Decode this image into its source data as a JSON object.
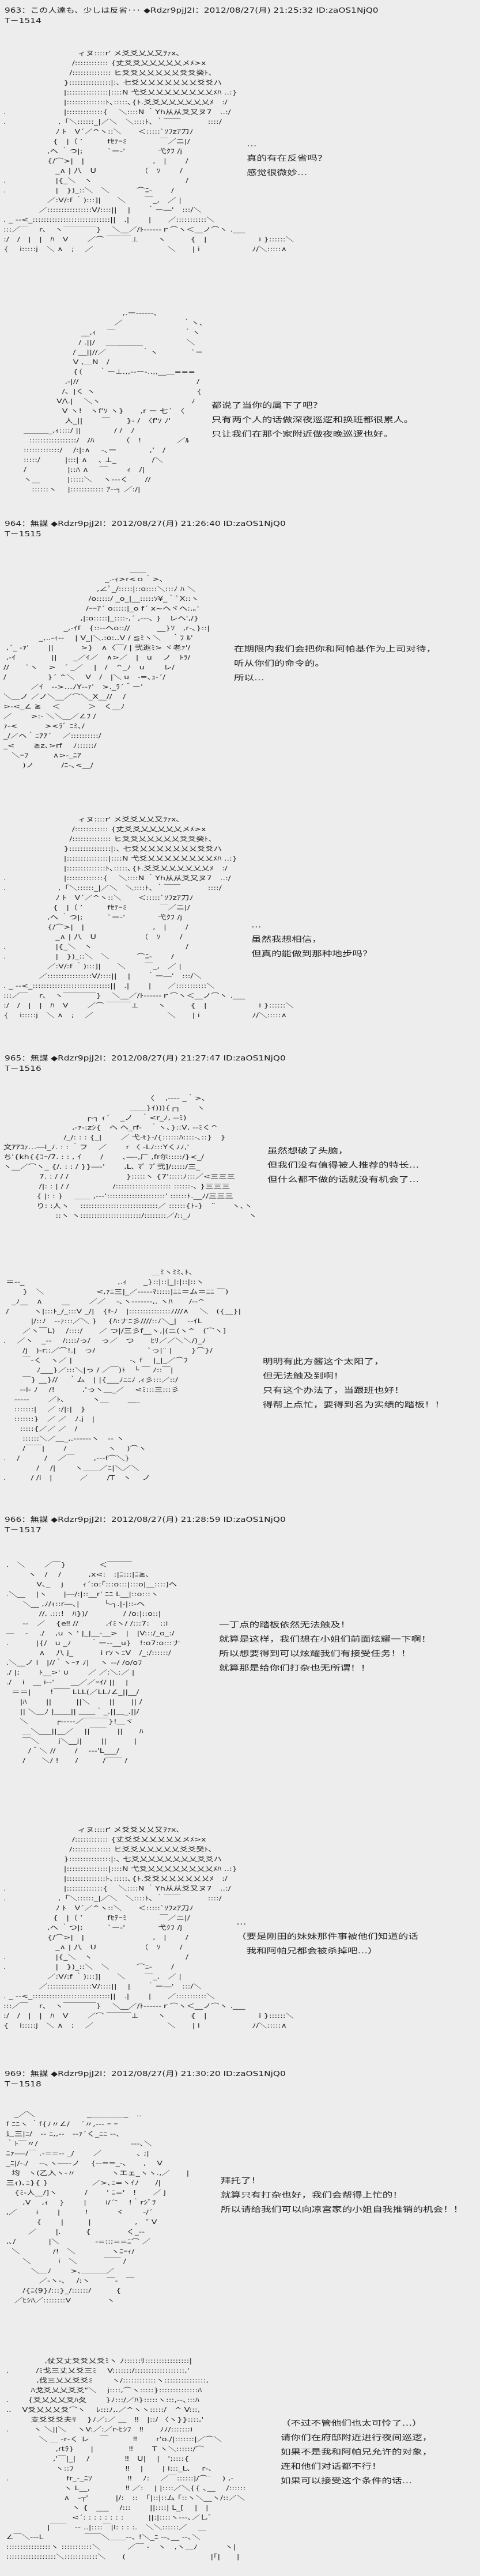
{
  "posts": [
    {
      "header": "963：この人達も、少しは反省･･･ ◆Rdzr9pjJ2I：2012/08/27(月) 21:25:32 ID:zaOS1NjQ0",
      "number": "T－1514",
      "panels": [
        {
          "art": "　　　　　　　　　ィヌ::::r' メ爻爻乂乂又ｦｧx､\n　　　　　　　　 /:::::::::::: {丈爻爻乂乂乂乂乂メﾒ>x\n　　　　　　　　/:::::::::::::: ヒ爻爻乂乂乂乂乂爻爻癸ﾄ､\n　　　　　　　 }:::::::::::::::|:､ 七爻乂乂乂乂乂乂乂爻爻ハ\n　　　　　　　 |:::::::::::::::|::::N 弋爻乂乂乂乂乂乂乂乂ﾒﾊ ..:}\n　　　　　　　 |::::::::::::::ﾄ､:::::､{ﾄ.爻爻乂乂乂乂乂乂ﾒ　:/\n.　　　　　　　|:::::::::::::{　 ＼::::N ｀Yh从从爻又ヌ7　..:/\n.　　　　　　 ,「＼::::::_|／＼　＼::::ﾄ､ ｀￣￣　　　 ::::/\n　　　　　　 ﾉ ﾄ　V´／^ヽ::＼　　＜:::::`ｿﾌzｱ刀ﾉ\n　　　　　　{　|（ ’　　　fｾﾃｰﾐ　　　　￣／ニ|/\n　　　　　 ,ヘ ｀つ|;　　　`ー‐'　　　　弋ｸﾌ /j\n　　　　　 {/⌒>|　|　　　　　　　　 ,　|　　 /\n　　　　　　 _∧ | 八　U　　　　　 （　ｿ　　 /\n.　　　　　　|{_＼　ヽ　　　　　　　　　　　 /\n.　　　　　　|　})_::＼　＼　　　 ⌒ﾆ-　　 /\n　　　　　 ／:V/:f ｀):::]|　　＼　　 ￣_,　／ |\n　　　　 ／::::::::::::::::V/::::||　 |　　｀ー―'　:::/＼\n. _ -‐<_::::::::::::::::::::::::::::||　.|　　 |　　／:::::::::::＼\n:::／￣　 r､　ヽ￣￣￣￣}　 ＼__／/ﾄ‐‐‐‐‐‐ｒ⌒ヽ＜__ノ⌒ヽ .___\n:/　/　|　|　ﾊ　V　　 ／⌒ ￣￣￣⊥　　 ヽ　　　{　|　　　　　　 i }::::::＼\n{　 i:::::j　＼ ∧　;　 ／　　　　　　　　　＼　　| i　　　　　　 ﾉ/＼:::::∧",
          "text": "…\n真的有在反省吗？\n感觉很微妙…"
        },
        {
          "art": "　　　　　　　　　　　　　 ,.ー‐‐‐‐‐-､\n　　　　　　　　　　　　 ／　　　　　　　 ｀ヽ､\n　　　　　　　　 __,ｨ　 ￣　　　　　　　　 ｀ヽ\n　　　　　　　　/ .||/　 ___＿＿＿　　　　　 ＼\n　　　　　　　 / __||//／　　　　 ｀ヽ　　　　`＝\n　　　　　　　 V ,＿N　/\n　　　　　　　 {（　　｀ー⊥.,,-‐ー‐..,,__＿===\n　　　　　　 ,-|//　　　　　　　　　　　　　　 /\n　　　　　　/、|く ヽ　　　　　　　　　　　　 {\n　　　　　 V/\\.|　 ＼ヽ　　　　　　　　　　　ﾉ\n　　　　　　V ヽ!　ヽf'ｿ ヽ}　　,r ー 七´　〈\n　　　　　　 人_||　　 ￣　　}- /　〈f'ｿ ﾉ'\n　 ＿＿＿_,ｨ::::/ ||　　　　/ /　ﾉ\n　　:::::::::::::::::/　/ﾊ　　　 （　!　　　　 ／ﾙ\n　 :::::::::::::/　 /:|:∧　 -､ー　　　　,'　/\n　 :::::/　　　|:::| ∧　 ､ ⊥_　　　　 /＼\n　 /　　　　　|::ﾊ ∧　 ￣　　 ｨ　/|\n　 ヽ__　　　 |:::::＼　 ヽ‐‐‐く　　//\n　　 ::::::ヽ　 |:::::::::::: ｱ‐‐┐ ／:/|",
          "text": "都说了当你的属下了吧？\n只有两个人的话做深夜巡逻和换班都很累人。\n只让我们在那个家附近做夜晚巡逻也好。"
        }
      ]
    },
    {
      "header": "964：無謀 ◆Rdzr9pjJ2I：2012/08/27(月) 21:26:40 ID:zaOS1NjQ0",
      "number": "T－1515",
      "panels": [
        {
          "art": "　　　　　　　　　　　　　　　 ＿＿\n　　　　　　　　　　　　 _.-ｨ>r<ｏ｀>､\n　　　　　　　　　　　 ,∠ﾟ_/:::::|::o::::＼:::ﾉ ﾊ ＼\n　　　　　　　　　　 /o:::::/ _o_|__:::::ｿ¥_｀ﾟX::ヽ\n　　　　　　　　　　/ｰｰｱ´ o:::::|_o f´ x~ヘヾヘ:.｡'\n　　　　　　　　　 ,|:o:::::|_::::-,´ ,‐‐‐､ }　レヘ',/}\n　　　　　　　 _,-ｲf　{::-‐ヘo:://　　　 __}ｿ　,r‐､}::|\n　　　　 _,..-ｨ-‐　 | V_|＼.:o:..V / ≦ﾐヽ＼　 ｀ﾌ ﾙ'\n ,´_ -ｧ'　　 ||　　　 >}　∧〈￣/ | 弐逖ﾐ> ヾ老ｧ'/\n ,-ｲ　　　　 ||　　_／ｲ／　∧>／　|　u　 ノ　ﾄﾗ/\n//　　`ヽ　 >　´ _／　 |　/　^_ﾉ　u　　 レ/\n/　　　　　}´ ^＼　 V　/　|＼ u　‐=､ｭ‐´/\n　　　 ／ｲ　‐‐>…ﾉY‐‐ｧ'　>._ﾗ´＾ー'\n＼＿ノ ／ノ＼__／⌒＼_X__//　 /\n>‐<_∠ ≧　 ＜　　　 ＞　く__ﾉ\n／　　 >:‐ ＼＼__／∠ﾌ /\nｧ‐<　　　 ><ﾗﾞ ﾆﾐ､/\n_/／ヘ｀ﾆｱｱ´　 ／::::::::::/\n_<　　 ≧z､>rf　 ﾉ::::::/\n　＼ｰﾌ　　　∧>‐_ﾆｱ\n　　 )ノ　　　 /ﾆ-､<__/",
          "text": "在期限内我们会把你和阿帕基作为上司对待，\n听从你们的命令的。\n所以…"
        },
        {
          "art": "same-as-face",
          "text": "…\n虽然我想相信，\n但真的能做到那种地步吗？"
        }
      ]
    },
    {
      "header": "965：無謀 ◆Rdzr9pjJ2I：2012/08/27(月) 21:27:47 ID:zaOS1NjQ0",
      "number": "T－1516",
      "panels": [
        {
          "art": "　　　　　　　　　　　　　　　　　 〈　 ,‐‐‐- _｀>､\n　　　　　　　　　　　　　　　 ＿＿}ｲ))){┌┐　　ヽ\n　　　　　　　　　　┌‐┐ ｨ´　 _ノ　｀<r_ﾉ, ‐‐ﾐ)\n　　　　　　　　 ,-ｧ‐:zｼ{　ヘ ヘ_rf‐　｀ヽ､}::V, ‐‐ﾐく^\n　　　　　　　 /_/: : : {_|　　 ／ 弋‐t}‐/{::::::ﾊ::::-､::}　}\n文ｱｱｺｧ…―l_ﾉ. : : ｀フ　 ／　　 r 〈 ‐Lﾉ:::Yくﾉﾉ,'\nち'{kh{{ｺｰ/7. : : , ｲ　　 /　　 ､―‐,厂 ,fr尓:::::/}<_/\nヽ__／⌒ヽ_ {/. : : / }}―‐'　　 ,L､ ﾏﾞ ﾌﾞ弐]/:::::/三_\n　　　　 7. : / / /　　　　　　　}:::::ヽ {7':::::ﾉ:::／<三三三\n　　　　 /|: : | / /　　　　　 /:::::::::::::::::::: ::::::‐､ }三三三\n　　　　{ |: : }　 ＿＿ ,‐‐‐':::::::::::::::::::::' ::::::ﾄ.__ﾉ/三三三\n　　　　り: :人ヽ　 ::::::::::::::::::::::::::::／ ::::::{ﾄ‐}　¨　　ヽ､ヽ\n　　　　　　 ::ヽ ヽ::::::::::::::::::::::/::::::::／/::_ﾉ　　　　　　　ヽ",
          "text": "虽然想破了头脑，\n但我们没有值得被人推荐的特长…\n但什么都不做的话就没有机会了…"
        },
        {
          "art": "　　　　　　　　　　　　　　　　　　＿ﾐヽﾐﾐ､ﾄ､\n ＝‐‐_　　　　　　　　　　　 ,.ｨ　　_}::|::|_|:|::|::ヽ\n　　 }　＼　　　　　　 <,ｧﾆ三|_／‐-‐‐‐ﾏ:::::|ﾆﾆ＝ム＝ﾆﾆ ￣)\n　_ﾉ__　∧　　 __　　 ／／　 -､ヽ‐‐‐‐‐‐‐,. ヽﾊ　　/‐‐^\n /　　　ヽ|:::ﾄ_/_:::V _/|　{f‐ﾉ　|:::::::::::::::ﾉ///∧　 ＼　({__}|\n　　　 |/::ﾉ　‐‐ｧ:::／＼ }　 {ﾊ:ナﾆ彡////::ﾉ＼_|　 ‐‐ｲL\n　　 ／ヽ￣L)　 /::::/　　／ つ|/三彡f__ヽ,|(ニ(ヽ^　(⌒ヽ]\n.　 ／ヽ　_‐‐　 /::::/っ/　 っ／　つ　　ﾋﾘ／／＼＼/)_ﾉ\n　　 /j　)‐r::／⌒!.|　っ/　　　　　　 `っ|¨ |　　 }⌒}/\n　　 ￣‐く　ヽ／ |　　　　　　　‐､ f　 |_|_／⌒ﾌ\n　　　　ﾉ___}／:::＼|っ / ／￣)ﾄ　└ ￣ ﾉ::￣|\n　　 ￣} __}//　 ｀ム　| |{___ﾉﾆﾆﾉ ,ｨ彡:::／::/\n　　‐‐i‐ ﾉ　 /!　　　 ,'っヽ＿_／　 <ﾐ:::三:::彡\n　 ‐‐‐‐‐　　 ／ﾄ､　　　 ヽ__　　 ＿_\n　 :::::::|　 ／ :/|:|　}\n　 :::::::}　／ ／　ﾉ.j　|\n　　:::::{／／ ／　/\n　　 ::::::＼／＿_,.-‐‐‐‐‐ヽ　‐‐ ヽ\n　　 /￣￣|　　 /　　　　　ヽ　 )⌒ヽ\n.　 /　　　/　 ／￣　　 ,‐‐‐f⌒＼}\n　　　　/　 /|　　 ヽ＿＿／ﾆ|＼／＼\n.　　　/ /i　|　　　 ／　　 /T　ヽ　 ノ",
          "text": "明明有此方酱这个太阳了，\n但无法触及到啊！\n只有这个办法了，当跟班也好！\n得帮上点忙，要得到名为实绩的踏板！！"
        }
      ]
    },
    {
      "header": "966：無謀 ◆Rdzr9pjJ2I：2012/08/27(月) 21:28:59 ID:zaOS1NjQ0",
      "number": "T－1517",
      "panels": [
        {
          "art": " .　＼　　 ／￣}　　　　＜￣￣￣\n　　　ヽ　/　 /　　　 ,x<:　:|ﾆ:::|ﾆ≧､\n　　　　V､_　 j　　 ｨ´:o:｢:::o:::|:::o|__::::]ヘ\n .＼__　 |ヽ　　|―/:|::__r' ﾆﾆ L__|::o:::ヽ\n　　 ＼__ ,ﾉ/ｨ::r―､|　　　└‐┐.|‐|::-ヘ\n　　　　 //, .:::!　ﾊ})/　　　　 / /o:|::o::|\n　　 ‐-　／　 {e‼ //　　　 ,ｲﾐヽ/ /:::7:　 ::i\n ―　 -　 ./　 ,u ヽ ' |_|__-__>　|　|V:::/_o_:/\n .　　　 |{/　u _ﾉ　　 ｀ー‐‐__u}　!:o7:o:::ナ\n　　　　 ∧　 八 j_　　　 i rｿヽﾆV　/_:/::::::/\n .＼__ノ i　|//｀ヽｰｧ ﾉ|　 ヽ ‐-/ /o/oﾌ\n ./ |;　　 ﾄ__>' ∪　　 ／ ／:＼:／ |\n ./　 i　__ i‐‐'　　__／／ｰｲ/ ||　 |\n　＝＝|　　 !￣￣ LLL(／LLﾉ∠_||__/\n　　|ﾊ　　 ||　　　||＼　　 ||　　|| /\n　　|| ＼＿ﾉ |＿＿|| ＿＿｀_.||＿_.||/\n　　＼　　　 ┌‐‐‐‐‐／￣￣￣}!__ヾ\n　　 ＿＼___||__／　 ||￣￣　 ||　　ﾊ\n　　 ￣＼　　 j＼__j|　　 ||　　　 |\n　　　/＾＼ //　　 /　 ‐‐‐'L___/\n　　 /　　＼/ !　　/　　　/￣￣ /",
          "text": "一丁点的踏板依然无法触及！\n就算是这样，我们想在小姐们前面炫耀一下啊！\n所以想要得到可以炫耀我们有接受任务！！\n就算那是给你们打杂也无所谓！！"
        },
        {
          "art": "same-as-face",
          "text": "…\n（要是刚田的妹妹那件事被他们知道的话\n　我和阿帕兄都会被杀掉吧…）"
        }
      ]
    },
    {
      "header": "969：無謀 ◆Rdzr9pjJ2I：2012/08/27(月) 21:30:20 ID:zaOS1NjQ0",
      "number": "T－1518",
      "panels": [
        {
          "art": "　 _／＼　　　　　　 _＿＿＿＿_　..\n f ﾆﾆヽ ｀f{ﾉ〃∠/　 ´〃,‐‐‐ ｰ ｰ\n 辶三|ﾆ/　‐‐ ﾆ,,‐‐　‐‐ｧ´く_ﾆﾆ ‐‐､\n ｀ﾄ￣〃/　　　　　　　　　　　 ‐‐-､＼\n ﾆｧ‐―/￣ .-==‐- _/　　 ／　　　　 ､ ;|\n _ﾆ|/-./　 ‐‐､ヽ―‐‐ノ　 {‐‐==_-､　　,　 V\n　均　ヽ(乙入ヽ-〃　　　　 ヽエェ_ヽヽ.,／　　|\n 三ｨ)､ﾆ}{ }　　　　　 ／>､ﾆ=ヽｲﾉ　　/|\n　 {ﾐ-人__/]ヽ　　　 /　　 ' ﾆ='　!　　／ j\n　　 ,V　 ,ｨ　 }　　 |　　 i/´″　 !｀rｼﾞｦ\n ,／　　 i　　 |　　　!　　　 ヾ　　 -/´\n　　　　{　　 |　　　|　　　　　 ,　″ V\n　　　／　　 |.　　　{　　　　 く_‐‐\n ,､/　　　　|＼　　　　 ‐=::;==ﾆ⌒ ／\n　＼　　　　/!　＼　　　　 ヽﾆｰｨ/\n　　 ＼　　　 i　＼　　　 ￣￣ /\n　　　 ＼＿ﾉ　　 >､＿＿＿／\n　　　　 ／‐ヽ‐､　 /:ヽ　　￣‐　￣\n　　 /{ﾆ(9}/:::}_/::::::/　　　{\n　 ／ﾋｼﾊ／::::::::V　　　　 ヽ",
          "text": "拜托了！\n就算只有打杂也好，我们会帮得上忙的！\n所以请给我们可以向凉宫家的小姐自我推销的机会！！"
        },
        {
          "art": "　　　　　,仗又丈爻爻乂爻ﾐヽ ﾉ::::::ﾘ::::::::::::::::|\n .　　　 /ﾐ戈三丈乂爻三ﾐ　 V:::::::/::::::::::::::::::,'\n　　　　,伐三乂乂爻爻ﾐ　　 ヽ/::::::::::::ヽ:::::::::::::::,\n　　　 ﾊ戈爻乂乂爻爻\"＼　 j::::,⌒ヽ:::::}::::::::::::::ﾊ\n .　　 {爻乂乂乂爻ﾊ夂　　 }ﾉ:::/／ﾊ}:::::ヽ:::,‐‐､:::ﾊ\n ..　 V爻乂乂乂爻⌒ヽ　 ﾚ:::ﾉ,.／^ヽヽ:::::/　^ V:::,\n　　　 支爻爻爻夫ﾘ　 }ﾉ／:／ ＿　‼　|::/ 〈ヽ}}::::,'\n .　　　ヽ ＼||＼　 ヽV:／:／r‐ﾋｼﾌ　‼　　ﾉﾉ/:::::::i\n　　　　 ＼ ＿ -r‐く レ　 ￣　　　‼　　 r'o./|:::::::|／⌒＼\n　　　　　　 ,rtﾗ}　　|　　　　 ‼　　 T ヽ＼::::::/⌒\n　　　　　　,'￣|_|　 /　　　　 ‼　U|　 |　';::::{\n　　　　　　 ヽ::ﾌ　　　　　　 ‼　 |　　 | i:::_L､　 r‐､\n .　　　　　　　fr_‐_ﾆｿ　　　　 ‼　 ﾉ:　 ／￣::::::|/⌒¨　 ) ,‐\n　　　　　　　 ヽ L__,　　　　 ‼ ／:　 | |::::／＼{{ ､__　 /::::::\n　　　　　　　 ∧　‐┬'　　　 |/:　::　｢|::|::ム ｢::ヽ＼__ヽ/::／＼\n　　　　　　　　 ヽ {　___　 /:::　　 ||::::| L_[　 |　|\n　　　　　　　　 <´: : : : : : : :　　　||:|::::ヽ‐‐‐､／しﾞ\n　　　　　 |￣￣　‐‐ ..|::::￣|l: : : :.　＼＼::::::／　 ＿\n ∠￣＼‐‐‐L　　　　　￣￣＼＿＿‐‐､ !＼_ﾆ ‐‐､__ ‐‐､＼\n ::::::::::::::::ヽ :::::::::::＼　　　 ／￣ ‐　ヽ　,ヽ＿ﾉ　　　 ヽ|\n ::::::::::::::::::＼::::::::::::＼　　(　　　　　　　　　　 |｢|　　|",
          "text": "（不过不管他们也太可怜了…）\n请你们在府邸附近进行夜间巡逻，\n如果不是我和阿帕兄允许的对象，\n连和他们对话都不行！\n如果可以接受这个条件的话…"
        }
      ]
    }
  ]
}
